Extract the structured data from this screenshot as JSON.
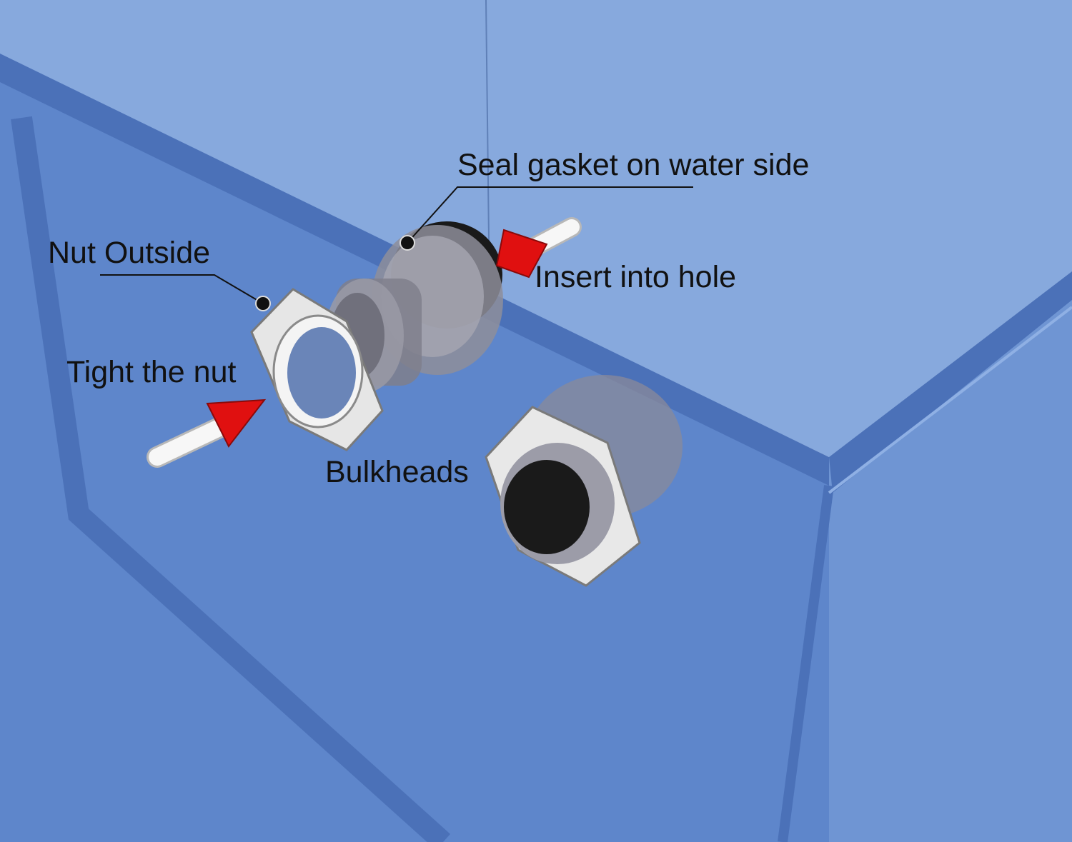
{
  "diagram": {
    "labels": {
      "seal_gasket": "Seal gasket on water side",
      "nut_outside": "Nut Outside",
      "insert_into_hole": "Insert into hole",
      "tight_the_nut": "Tight the nut",
      "bulkheads": "Bulkheads"
    },
    "colors": {
      "tank_front": "#5e86cb",
      "tank_top": "#7fa2d9",
      "tank_back": "#87a9dd",
      "tank_edge": "#4b71b8",
      "arrow_head": "#e01010",
      "nut_fill": "#e6e6e6",
      "gasket": "#1a1a1a",
      "leader_line": "#111111"
    },
    "icons": [
      "arrow-icon",
      "hex-nut-icon",
      "bulkhead-fitting-icon",
      "gasket-icon"
    ]
  }
}
